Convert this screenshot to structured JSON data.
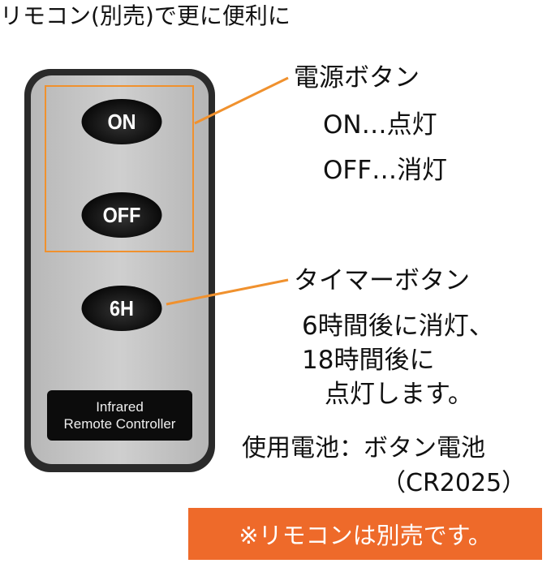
{
  "title": "リモコン(別売)で更に便利に",
  "remote": {
    "on": "ON",
    "off": "OFF",
    "timer": "6H",
    "label_line1": "Infrared",
    "label_line2": "Remote Controller"
  },
  "power": {
    "heading": "電源ボタン",
    "on": "ON…点灯",
    "off": "OFF…消灯"
  },
  "timer": {
    "heading": "タイマーボタン",
    "line1": "6時間後に消灯、",
    "line2": "18時間後に",
    "line3": "点灯します。"
  },
  "battery": {
    "line1": "使用電池：ボタン電池",
    "line2": "（CR2025）"
  },
  "notice": "※リモコンは別売です。",
  "colors": {
    "accent": "#f0912e",
    "banner": "#ee6a2a"
  }
}
